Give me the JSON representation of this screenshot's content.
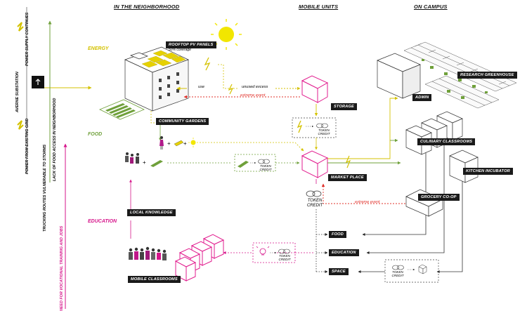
{
  "headers": {
    "neighborhood": "IN THE NEIGHBORHOOD",
    "mobile_units": "MOBILE UNITS",
    "on_campus": "ON CAMPUS"
  },
  "categories": {
    "energy": "ENERGY",
    "food": "FOOD",
    "education": "EDUCATION"
  },
  "left_axis": {
    "power_supply": "POWER SUPPLY CONTINUES",
    "substation": "AVERNE SUBSTATION",
    "existing_grid": "POWER FROM EXISTING GRID",
    "trucking": "TRUCKING ROUTES VULNERABLE TO STORMS",
    "food_access": "LACK OF FOOD ACCESS IN NEIGHBORHOOD",
    "vocational": "NEED FOR VOCATIONAL TRAINING AND JOBS"
  },
  "labels": {
    "rooftop_pv": "ROOFTOP PV PANELS",
    "pv_coverage": "50% coverage",
    "community_gardens": "COMMUNITY GARDENS",
    "local_knowledge": "LOCAL KNOWLEDGE",
    "mobile_classrooms": "MOBILE CLASSROOMS",
    "storage": "STORAGE",
    "market_place": "MARKET PLACE",
    "research_greenhouse": "RESEARCH GREENHOUSE",
    "admin": "ADMIN",
    "culinary_classrooms": "CULINARY CLASSROOMS",
    "kitchen_incubator": "KITCHEN INCUBATOR",
    "grocery_coop": "GROCERY CO-OP",
    "food_out": "FOOD",
    "education_out": "EDUCATION",
    "space_out": "SPACE"
  },
  "annotations": {
    "use": "use",
    "unused_excess": "unused excess",
    "extreme_event_1": "extreme event",
    "extreme_event_2": "extreme event",
    "token_line1": "TOKEN",
    "token_line2": "CREDIT",
    "token_big_1": "TOKEN",
    "token_big_2": "CREDIT"
  },
  "colors": {
    "energy": "#d4c200",
    "food": "#6fa03a",
    "education": "#d6168b",
    "extreme": "#e0302a",
    "flow": "#222222"
  }
}
